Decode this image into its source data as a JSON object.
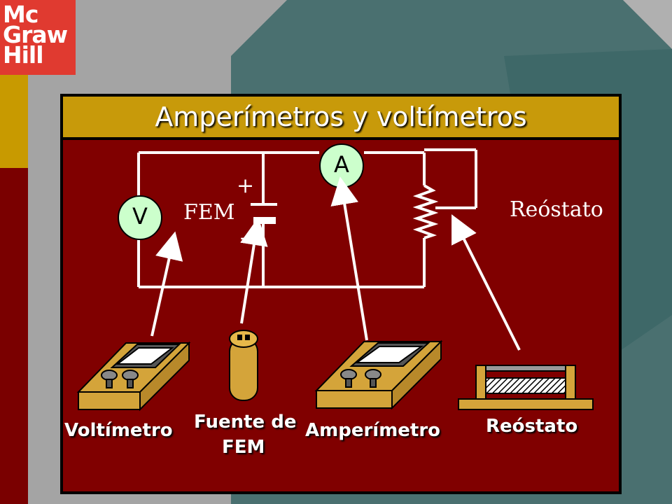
{
  "logo": {
    "line1": "Mc",
    "line2": "Graw",
    "line3": "Hill"
  },
  "title": "Amperímetros y voltímetros",
  "circuit": {
    "ammeter_symbol": "A",
    "voltmeter_symbol": "V",
    "emf_label": "FEM",
    "plus_sign": "+",
    "minus_sign": "-",
    "rheostat_label": "Reóstato"
  },
  "devices": {
    "voltmeter": "Voltímetro",
    "emf_source_line1": "Fuente de",
    "emf_source_line2": "FEM",
    "ammeter": "Amperímetro",
    "rheostat": "Reóstato"
  },
  "colors": {
    "panel_bg": "#800000",
    "title_bg": "#c89a0a",
    "device_gold": "#d4a43a",
    "meter_circle": "#ccffcc",
    "logo_red": "#e03a30"
  }
}
